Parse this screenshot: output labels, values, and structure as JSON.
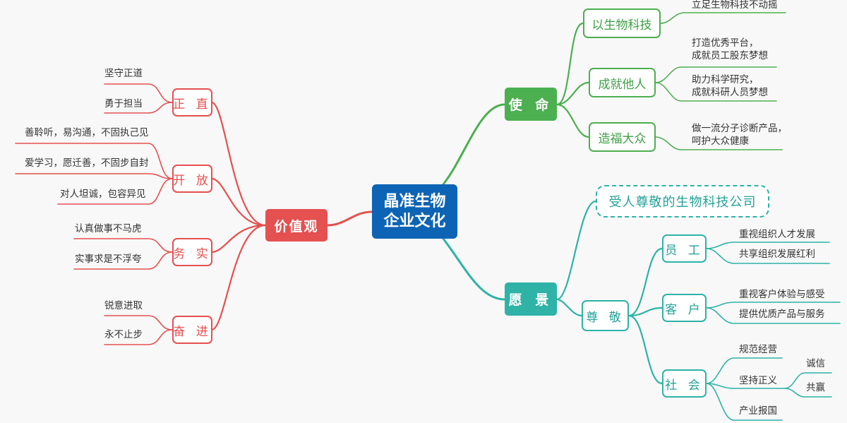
{
  "center": {
    "line1": "晶准生物",
    "line2": "企业文化"
  },
  "values": {
    "label": "价值观",
    "groups": [
      {
        "label": "正 直",
        "items": [
          "坚守正道",
          "勇于担当"
        ]
      },
      {
        "label": "开 放",
        "items": [
          "善聆听，易沟通，不固执己见",
          "爱学习，愿迁善，不固步自封",
          "对人坦诚，包容异见"
        ]
      },
      {
        "label": "务 实",
        "items": [
          "认真做事不马虎",
          "实事求是不浮夸"
        ]
      },
      {
        "label": "奋 进",
        "items": [
          "锐意进取",
          "永不止步"
        ]
      }
    ]
  },
  "mission": {
    "label": "使 命",
    "groups": [
      {
        "label": "以生物科技",
        "items": [
          "立足生物科技不动摇"
        ]
      },
      {
        "label": "成就他人",
        "items": [
          "打造优秀平台，",
          "成就员工股东梦想",
          "助力科学研究，",
          "成就科研人员梦想"
        ]
      },
      {
        "label": "造福大众",
        "items": [
          "做一流分子诊断产品，",
          "呵护大众健康"
        ]
      }
    ]
  },
  "vision": {
    "label": "愿 景",
    "slogan": "受人尊敬的生物科技公司",
    "respect": {
      "label": "尊 敬",
      "groups": [
        {
          "label": "员 工",
          "items": [
            "重视组织人才发展",
            "共享组织发展红利"
          ]
        },
        {
          "label": "客 户",
          "items": [
            "重视客户体验与感受",
            "提供优质产品与服务"
          ]
        },
        {
          "label": "社 会",
          "items": [
            "规范经营",
            "坚持正义",
            "产业报国"
          ],
          "sub": [
            "诚信",
            "共赢"
          ]
        }
      ]
    }
  },
  "colors": {
    "red": "#e55050",
    "green": "#4caf50",
    "teal": "#2eb3a6",
    "center": "#0d64b4"
  }
}
